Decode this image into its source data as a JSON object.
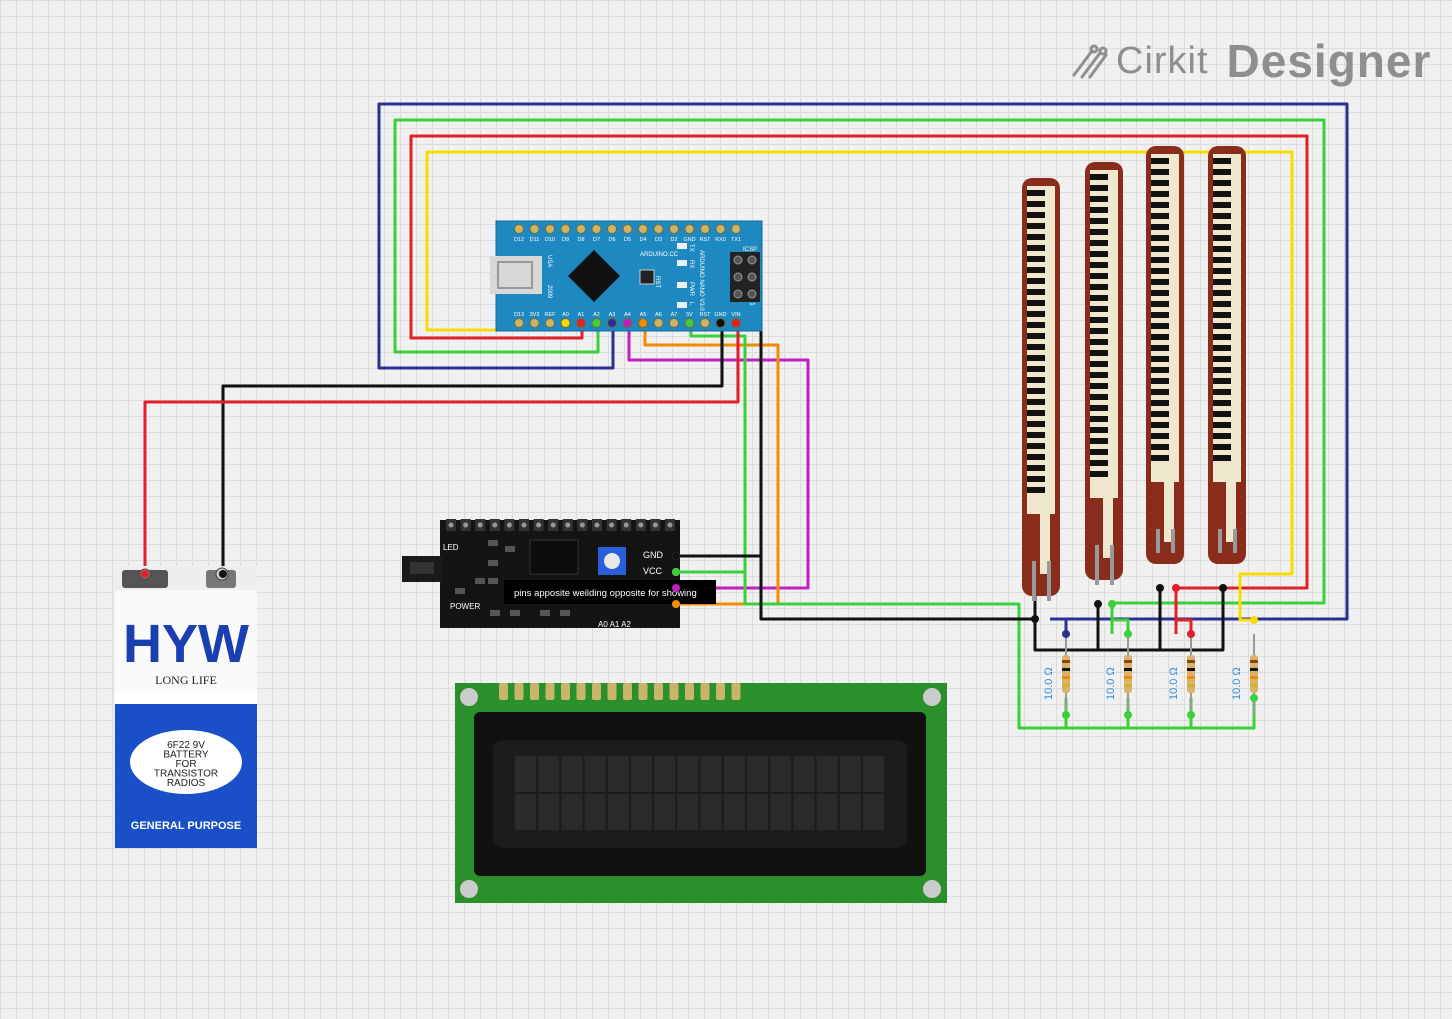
{
  "brand": {
    "name": "Cirkit",
    "product": "Designer"
  },
  "arduino": {
    "top_pins": [
      "D12",
      "D11",
      "D10",
      "D9",
      "D8",
      "D7",
      "D6",
      "D5",
      "D4",
      "D3",
      "D2",
      "GND",
      "RST",
      "RX0",
      "TX1"
    ],
    "bottom_pins": [
      "D13",
      "3V3",
      "REF",
      "A0",
      "A1",
      "A2",
      "A3",
      "A4",
      "A5",
      "A6",
      "A7",
      "5V",
      "RST",
      "GND",
      "VIN"
    ],
    "silk": {
      "usa": "USA",
      "year": "2009",
      "site": "ARDUINO.CC",
      "model": "ARDUINO NANO V3.0",
      "icsp": "ICSP",
      "tx": "TX",
      "rx": "RX",
      "pwr": "PWR",
      "l": "L",
      "rst": "RST",
      "one": "1"
    }
  },
  "battery": {
    "brand": "HYW",
    "subtitle": "LONG LIFE",
    "label_lines": [
      "6F22 9V",
      "BATTERY",
      "FOR",
      "TRANSISTOR",
      "RADIOS"
    ],
    "footer": "GENERAL PURPOSE"
  },
  "i2c": {
    "gnd": "GND",
    "vcc": "VCC",
    "led": "LED",
    "power": "POWER",
    "addr": "A0 A1 A2",
    "note": "pins apposite weilding opposite for showing"
  },
  "resistors": [
    {
      "label": "10.0 Ω"
    },
    {
      "label": "10.0 Ω"
    },
    {
      "label": "10.0 Ω"
    },
    {
      "label": "10.0 Ω"
    }
  ],
  "colors": {
    "blue": "#2b2f8f",
    "green": "#3ccf3c",
    "red": "#e0202a",
    "yellow": "#f7dc00",
    "purple": "#c020c0",
    "orange": "#f08c00",
    "black": "#111111",
    "lightgreen": "#4fe04f"
  }
}
